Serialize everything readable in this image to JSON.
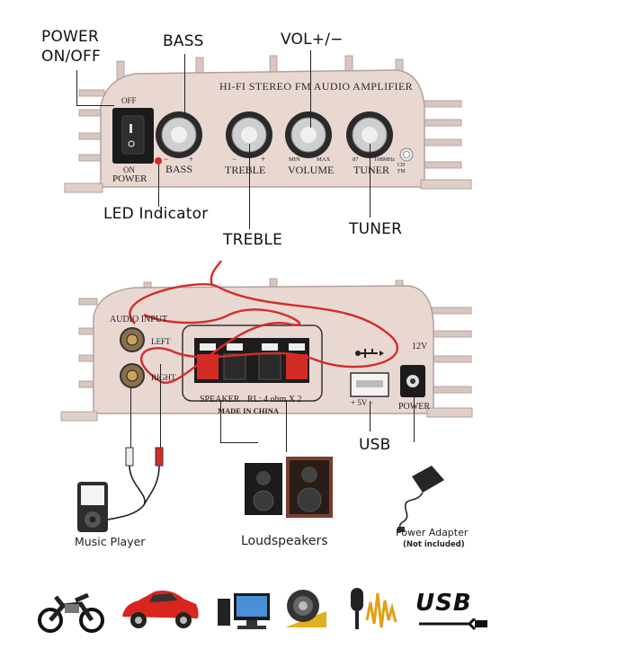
{
  "callouts": {
    "power": [
      "POWER",
      "ON/OFF"
    ],
    "bass": "BASS",
    "volume": "VOL+/−",
    "led": "LED Indicator",
    "treble": "TREBLE",
    "tuner": "TUNER",
    "usb": "USB"
  },
  "front_panel": {
    "title": "HI-FI STEREO FM AUDIO AMPLIFIER",
    "switch_off": "OFF",
    "switch_on": "ON",
    "switch_label": "POWER",
    "knobs": [
      {
        "label": "BASS",
        "min": "−",
        "max": "+"
      },
      {
        "label": "TREBLE",
        "min": "−",
        "max": "+"
      },
      {
        "label": "VOLUME",
        "min": "MIN",
        "max": "MAX"
      },
      {
        "label": "TUNER",
        "min": "87",
        "max": "108MHz"
      }
    ],
    "mode_top": "CD",
    "mode_bottom": "FM"
  },
  "rear_panel": {
    "audio_input": "AUDIO INPUT",
    "left": "LEFT",
    "right": "RIGHT",
    "speaker": "SPEAKER",
    "rating": "RL: 4 ohm X 2",
    "made_in": "MADE IN CHINA",
    "usb_voltage": "+ 5V −",
    "dc": "12V",
    "power": "POWER"
  },
  "devices": {
    "music_player": "Music Player",
    "loudspeakers": "Loudspeakers",
    "power_adapter": "Power Adapter",
    "not_included": "(Not included)"
  },
  "bottom_icons": [
    "motorcycle-icon",
    "car-icon",
    "computer-icon",
    "speaker-icon",
    "microphone-icon",
    "usb-icon"
  ],
  "bottom_usb_text": "USB",
  "colors": {
    "panel": "#e7d6d0",
    "panel_dark": "#b9a8a2",
    "wire": "#d62b2b",
    "accent_red": "#c7261f"
  }
}
